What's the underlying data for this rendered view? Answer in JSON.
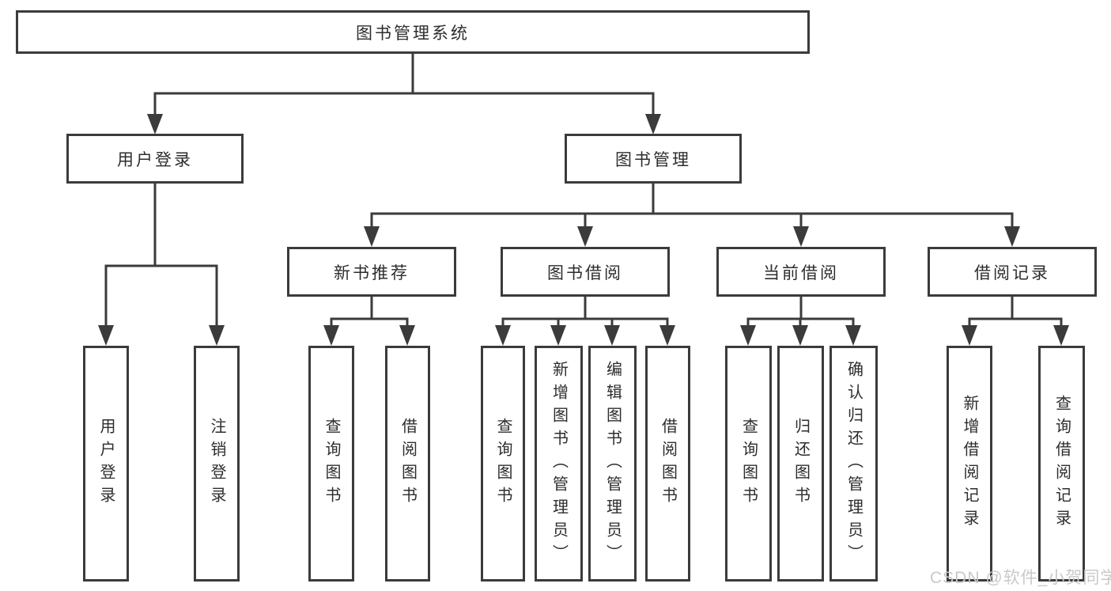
{
  "colors": {
    "line": "#3b3b3b",
    "box_border": "#3b3b3b",
    "text": "#2d2d2d",
    "background": "#ffffff",
    "watermark": "#c9c9c9"
  },
  "watermark": {
    "text": "CSDN @软件_小贺同学"
  },
  "tree": {
    "label": "图书管理系统",
    "children": [
      {
        "label": "用户登录",
        "children": [
          {
            "label": "用户登录"
          },
          {
            "label": "注销登录"
          }
        ]
      },
      {
        "label": "图书管理",
        "children": [
          {
            "label": "新书推荐",
            "children": [
              {
                "label": "查询图书"
              },
              {
                "label": "借阅图书"
              }
            ]
          },
          {
            "label": "图书借阅",
            "children": [
              {
                "label": "查询图书"
              },
              {
                "label": "新增图书（管理员）"
              },
              {
                "label": "编辑图书（管理员）"
              },
              {
                "label": "借阅图书"
              }
            ]
          },
          {
            "label": "当前借阅",
            "children": [
              {
                "label": "查询图书"
              },
              {
                "label": "归还图书"
              },
              {
                "label": "确认归还（管理员）"
              }
            ]
          },
          {
            "label": "借阅记录",
            "children": [
              {
                "label": "新增借阅记录"
              },
              {
                "label": "查询借阅记录"
              }
            ]
          }
        ]
      }
    ]
  }
}
